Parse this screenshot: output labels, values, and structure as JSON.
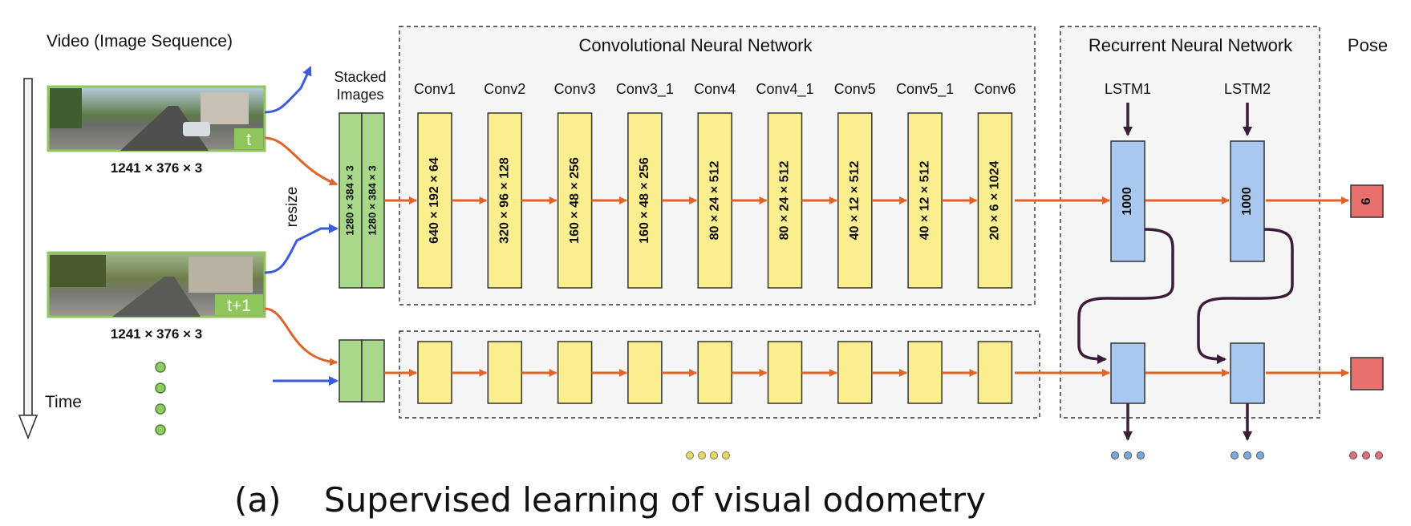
{
  "labels": {
    "video": "Video (Image Sequence)",
    "time": "Time",
    "stacked_line1": "Stacked",
    "stacked_line2": "Images",
    "resize": "resize",
    "cnn_title": "Convolutional Neural Network",
    "rnn_title": "Recurrent Neural Network",
    "pose": "Pose",
    "frame_size_top": "1241 × 376 × 3",
    "frame_size_bottom": "1241 × 376 × 3",
    "frame_t": "t",
    "frame_t1": "t+1",
    "caption": "(a)    Supervised learning of visual odometry"
  },
  "stacked_dims": [
    "1280 × 384 × 3",
    "1280 × 384 × 3"
  ],
  "conv_layers": [
    {
      "name": "Conv1",
      "dims": "640 × 192 × 64"
    },
    {
      "name": "Conv2",
      "dims": "320 × 96 × 128"
    },
    {
      "name": "Conv3",
      "dims": "160 × 48 × 256"
    },
    {
      "name": "Conv3_1",
      "dims": "160 × 48 × 256"
    },
    {
      "name": "Conv4",
      "dims": "80 × 24 × 512"
    },
    {
      "name": "Conv4_1",
      "dims": "80 × 24 × 512"
    },
    {
      "name": "Conv5",
      "dims": "40 × 12 × 512"
    },
    {
      "name": "Conv5_1",
      "dims": "40 × 12 × 512"
    },
    {
      "name": "Conv6",
      "dims": "20 × 6 × 1024"
    }
  ],
  "lstm": [
    {
      "name": "LSTM1",
      "units": "1000"
    },
    {
      "name": "LSTM2",
      "units": "1000"
    }
  ],
  "pose_output": "6",
  "colors": {
    "conv": "#fbee8f",
    "stacked": "#a8d88a",
    "lstm": "#a9c8f0",
    "pose": "#e8716e",
    "orange_arrow": "#e0642a",
    "blue_arrow": "#3a5bdc",
    "lstm_arrow": "#3b1d3a",
    "green_dot": "#8ecb62",
    "yellow_dot": "#e8d95a",
    "blue_dot": "#7aa7e0",
    "red_dot": "#e07070"
  }
}
